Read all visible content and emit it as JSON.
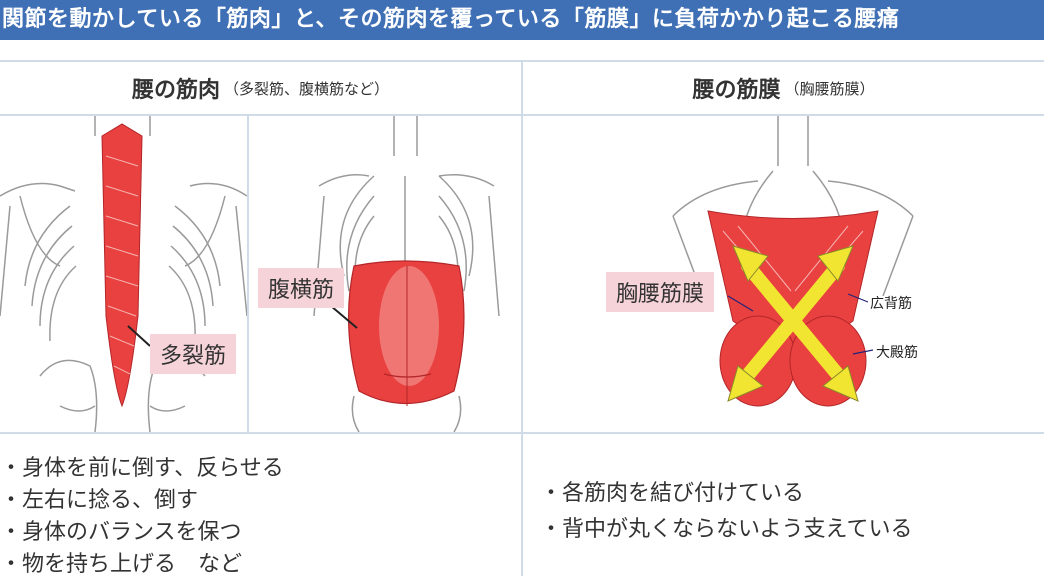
{
  "banner": {
    "title": "関節を動かしている「筋肉」と、その筋肉を覆っている「筋膜」に負荷かかり起こる腰痛"
  },
  "left": {
    "heading_main": "腰の筋肉",
    "heading_sub": "（多裂筋、腹横筋など）",
    "label_multifidus": "多裂筋",
    "label_transverse": "腹横筋",
    "bullets": [
      "・身体を前に倒す、反らせる",
      "・左右に捻る、倒す",
      "・身体のバランスを保つ",
      "・物を持ち上げる　など"
    ]
  },
  "right": {
    "heading_main": "腰の筋膜",
    "heading_sub": "（胸腰筋膜）",
    "label_fascia": "胸腰筋膜",
    "label_latissimus": "広背筋",
    "label_gluteus": "大殿筋",
    "bullets": [
      "・各筋肉を結び付けている",
      "・背中が丸くならないよう支えている"
    ]
  },
  "colors": {
    "banner": "#3f70b5",
    "muscle": "#e8413f",
    "label_bg": "#f6d3d8",
    "arrow": "#f2e531",
    "grid": "#cfdbe6"
  }
}
